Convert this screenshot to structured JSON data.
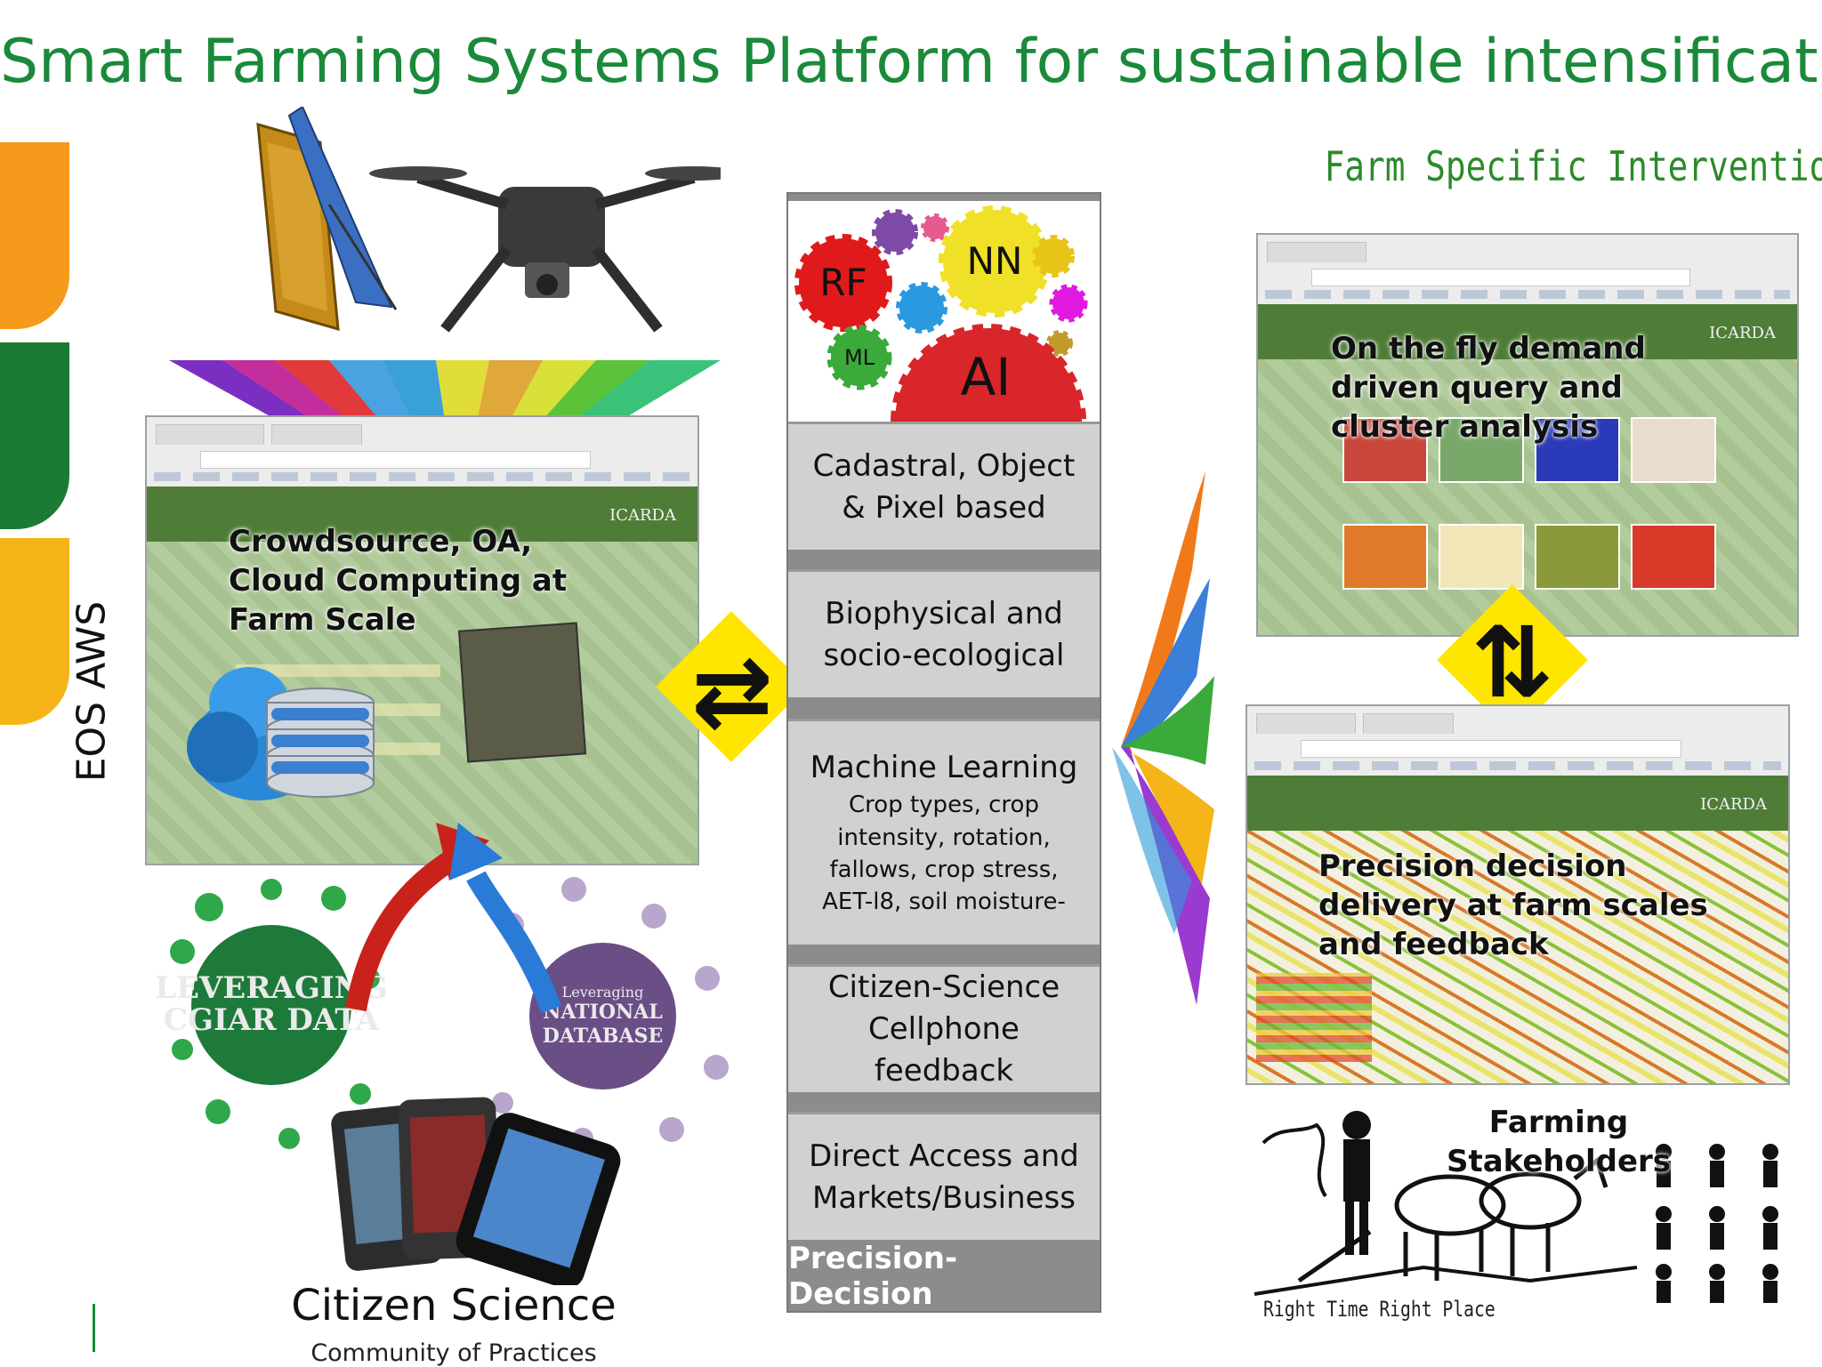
{
  "title": "Smart Farming Systems Platform for sustainable intensification",
  "right_header": "Farm Specific Interventions",
  "left_panel": {
    "vertical_label": "EOS AWS",
    "screenshot_label": "Crowdsource, OA, Cloud Computing at Farm Scale",
    "brand": "ICARDA"
  },
  "sources": {
    "cgiar": "LEVERAGING CGIAR DATA",
    "national_top": "Leveraging",
    "national": "NATIONAL DATABASE"
  },
  "citizen": {
    "title": "Citizen Science",
    "subtitle": "Community of Practices"
  },
  "gears": {
    "rf": "RF",
    "nn": "NN",
    "ml": "ML",
    "ai": "AI"
  },
  "center_boxes": [
    {
      "main": "Cadastral, Object & Pixel based",
      "sub": ""
    },
    {
      "main": "Biophysical and socio-ecological",
      "sub": ""
    },
    {
      "main": "Machine Learning",
      "sub": "Crop types, crop intensity, rotation, fallows, crop stress, AET-l8, soil moisture-"
    },
    {
      "main": "Citizen-Science Cellphone feedback",
      "sub": ""
    },
    {
      "main": "Direct Access and Markets/Business",
      "sub": ""
    }
  ],
  "precision_decision": "Precision-Decision",
  "right_top": {
    "label": "On the fly demand driven query and cluster analysis",
    "brand": "ICARDA"
  },
  "right_mid": {
    "label": "Precision decision delivery at farm scales and feedback",
    "brand": "ICARDA"
  },
  "stakeholders": {
    "title": "Farming Stakeholders",
    "caption": "Right Time Right Place"
  },
  "colors": {
    "title_green": "#1a8a3a",
    "orange": "#f59a1a",
    "green": "#1b7a34",
    "yellow": "#f5b417",
    "diamond": "#ffe600"
  }
}
